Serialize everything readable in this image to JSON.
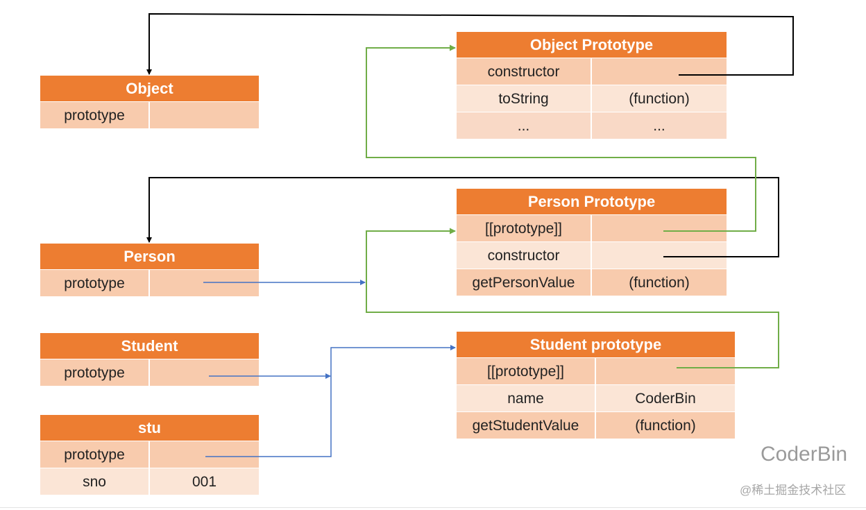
{
  "boxes": {
    "object": {
      "title": "Object",
      "rows": [
        {
          "key": "prototype",
          "value": ""
        }
      ]
    },
    "person": {
      "title": "Person",
      "rows": [
        {
          "key": "prototype",
          "value": ""
        }
      ]
    },
    "student": {
      "title": "Student",
      "rows": [
        {
          "key": "prototype",
          "value": ""
        }
      ]
    },
    "stu": {
      "title": "stu",
      "rows": [
        {
          "key": "prototype",
          "value": ""
        },
        {
          "key": "sno",
          "value": "001"
        }
      ]
    },
    "object_prototype": {
      "title": "Object Prototype",
      "rows": [
        {
          "key": "constructor",
          "value": ""
        },
        {
          "key": "toString",
          "value": "(function)"
        },
        {
          "key": "...",
          "value": "..."
        }
      ]
    },
    "person_prototype": {
      "title": "Person Prototype",
      "rows": [
        {
          "key": "[[prototype]]",
          "value": ""
        },
        {
          "key": "constructor",
          "value": ""
        },
        {
          "key": "getPersonValue",
          "value": "(function)"
        }
      ]
    },
    "student_prototype": {
      "title": "Student prototype",
      "rows": [
        {
          "key": "[[prototype]]",
          "value": ""
        },
        {
          "key": "name",
          "value": "CoderBin"
        },
        {
          "key": "getStudentValue",
          "value": "(function)"
        }
      ]
    }
  },
  "links": [
    {
      "from": "Object Prototype.constructor",
      "to": "Object",
      "color": "#000000"
    },
    {
      "from": "Person Prototype.constructor",
      "to": "Person",
      "color": "#000000"
    },
    {
      "from": "Person Prototype.[[prototype]]",
      "to": "Object Prototype",
      "color": "#70ad47"
    },
    {
      "from": "Student prototype.[[prototype]]",
      "to": "Person Prototype",
      "color": "#70ad47"
    },
    {
      "from": "Person.prototype",
      "to": "Person Prototype",
      "color": "#4472c4"
    },
    {
      "from": "Student.prototype",
      "to": "Student prototype",
      "color": "#4472c4"
    },
    {
      "from": "stu.prototype",
      "to": "Student prototype",
      "color": "#4472c4"
    }
  ],
  "colors": {
    "header": "#ed7d31",
    "row_dark": "#f8cbad",
    "row_light": "#fbe5d6",
    "link_constructor": "#000000",
    "link_proto_chain": "#70ad47",
    "link_prototype": "#4472c4"
  },
  "watermark": {
    "main": "CoderBin",
    "sub": "@稀土掘金技术社区"
  }
}
